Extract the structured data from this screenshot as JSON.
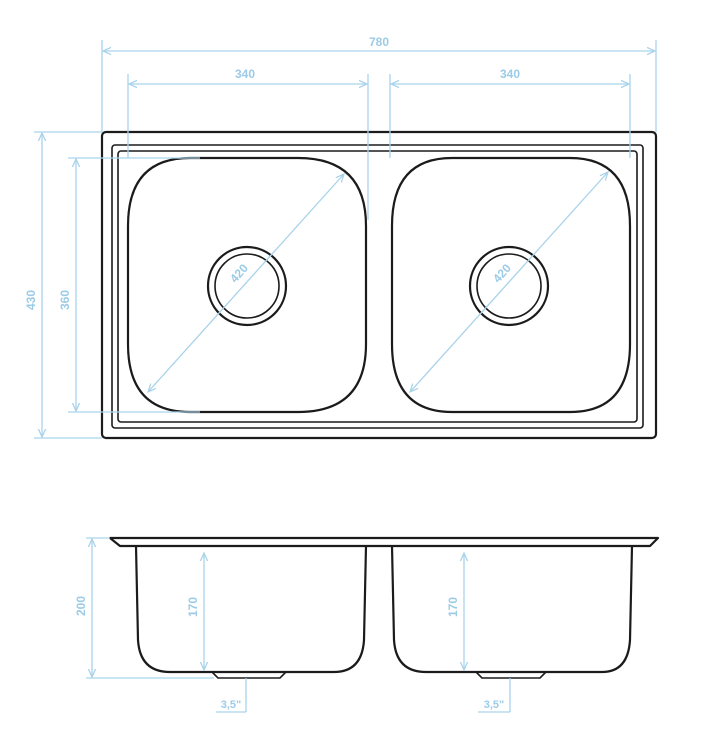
{
  "dimensions": {
    "overall_width": "780",
    "bowl_width_left": "340",
    "bowl_width_right": "340",
    "overall_height": "430",
    "bowl_height": "360",
    "diagonal_left": "420",
    "diagonal_right": "420",
    "depth_total": "200",
    "bowl_depth_left": "170",
    "bowl_depth_right": "170",
    "drain_left": "3,5\"",
    "drain_right": "3,5\""
  },
  "colors": {
    "outline": "#1b1b1b",
    "dimension": "#a9d3ea"
  }
}
